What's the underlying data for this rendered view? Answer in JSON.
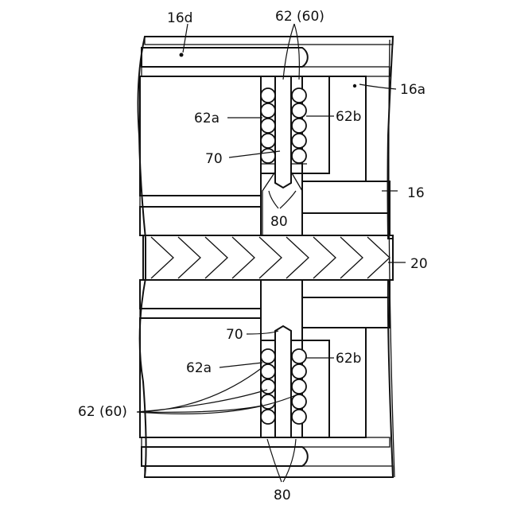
{
  "labels": {
    "l16d": "16d",
    "l62top": "62 (60)",
    "l16a": "16a",
    "l62a_top": "62a",
    "l62b_top": "62b",
    "l70_top": "70",
    "l16": "16",
    "l80_top": "80",
    "l20": "20",
    "l70_bot": "70",
    "l62a_bot": "62a",
    "l62b_bot": "62b",
    "l62bot": "62 (60)",
    "l80_bot": "80"
  },
  "colors": {
    "line": "#111111",
    "background": "#ffffff"
  }
}
